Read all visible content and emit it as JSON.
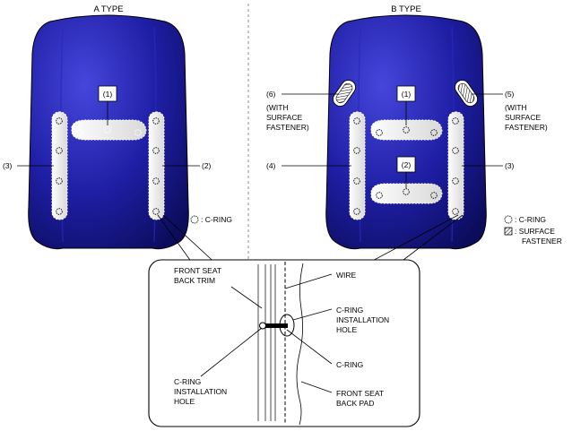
{
  "panel_a": {
    "title": "A TYPE",
    "callout_1": "(1)",
    "callout_3": "(3)",
    "callout_2": "(2)",
    "legend_c_ring": ": C-RING"
  },
  "panel_b": {
    "title": "B TYPE",
    "callout_1": "(1)",
    "callout_2": "(2)",
    "callout_4": "(4)",
    "callout_3": "(3)",
    "callout_6": "(6)",
    "callout_6_note": [
      "(WITH",
      "SURFACE",
      "FASTENER)"
    ],
    "callout_5": "(5)",
    "callout_5_note": [
      "(WITH",
      "SURFACE",
      "FASTENER)"
    ],
    "legend_c_ring": ": C-RING",
    "legend_surface_fastener": [
      ": SURFACE",
      "FASTENER"
    ]
  },
  "detail": {
    "front_seat_back_trim": [
      "FRONT SEAT",
      "BACK TRIM"
    ],
    "wire": "WIRE",
    "c_ring_installation_hole_right": [
      "C-RING",
      "INSTALLATION",
      "HOLE"
    ],
    "c_ring": "C-RING",
    "c_ring_installation_hole_left": [
      "C-RING",
      "INSTALLATION",
      "HOLE"
    ],
    "front_seat_back_pad": [
      "FRONT SEAT",
      "BACK PAD"
    ]
  },
  "colors": {
    "seat_blue": "#1c1c9c",
    "seat_blue_light": "#3a3ad0",
    "seat_blue_dark": "#0d0d62",
    "outline": "#000000"
  }
}
